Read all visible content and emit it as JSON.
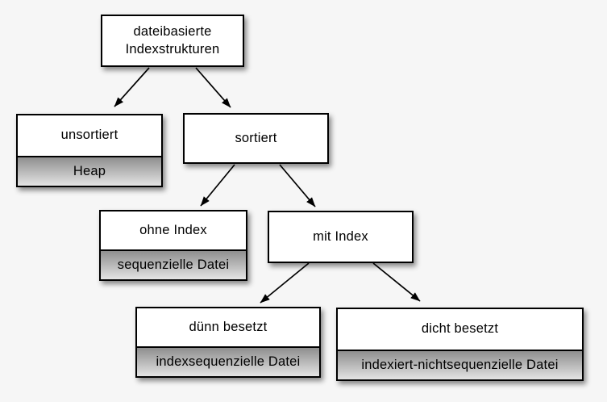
{
  "diagram": {
    "type": "tree",
    "language": "de",
    "nodes": {
      "root": {
        "label": "dateibasierte Indexstrukturen"
      },
      "unsorted": {
        "label": "unsortiert",
        "impl": "Heap"
      },
      "sorted": {
        "label": "sortiert"
      },
      "no_index": {
        "label": "ohne Index",
        "impl": "sequenzielle Datei"
      },
      "with_index": {
        "label": "mit Index"
      },
      "sparse": {
        "label": "dünn besetzt",
        "impl": "indexsequenzielle Datei"
      },
      "dense": {
        "label": "dicht besetzt",
        "impl": "indexiert-nichtsequenzielle Datei"
      }
    },
    "edges": [
      {
        "from": "root",
        "to": "unsorted"
      },
      {
        "from": "root",
        "to": "sorted"
      },
      {
        "from": "sorted",
        "to": "no_index"
      },
      {
        "from": "sorted",
        "to": "with_index"
      },
      {
        "from": "with_index",
        "to": "sparse"
      },
      {
        "from": "with_index",
        "to": "dense"
      }
    ],
    "colors": {
      "background": "#f6f6f6",
      "node_fill": "#ffffff",
      "node_border": "#000000",
      "impl_gradient_top": "#8f8f8f",
      "impl_gradient_bottom": "#e4e4e4",
      "arrow": "#000000"
    }
  }
}
